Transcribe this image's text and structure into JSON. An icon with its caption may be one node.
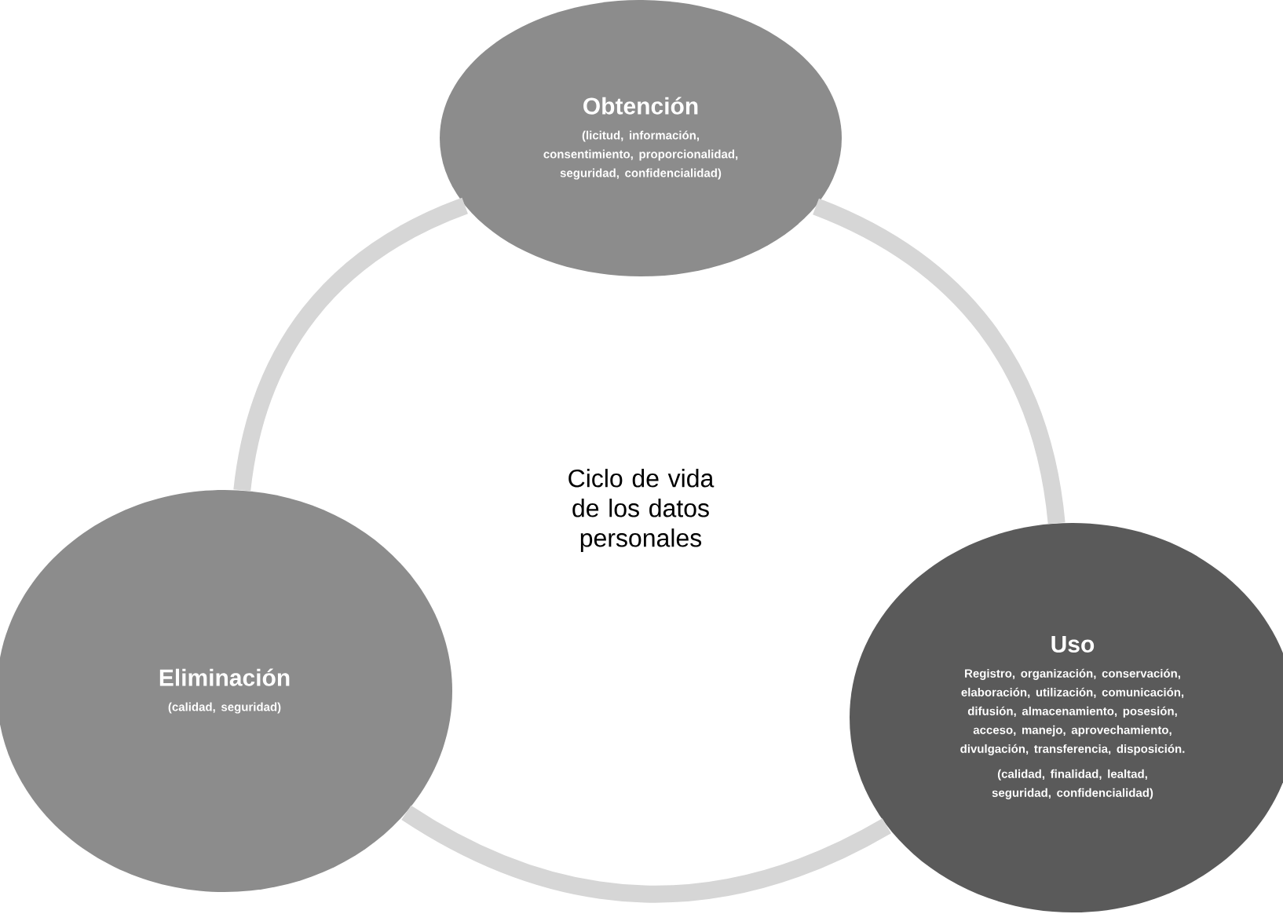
{
  "diagram": {
    "nodes": [
      {
        "text": [
          "Obtención",
          "(licitud, información, consentimiento, proporcionalidad, seguridad, confidencialidad)"
        ]
      },
      {
        "text": [
          "Eliminación",
          "(calidad, seguridad)"
        ]
      },
      {
        "text": [
          "Uso",
          "Registro, organización, conservación, elaboración, utilización, comunicación, difusión, almacenamiento, posesión, acceso, manejo, aprovechamiento, divulgación, transferencia, disposición.",
          "(calidad, finalidad, lealtad, seguridad, confidencialidad)"
        ]
      }
    ],
    "edges": [
      {
        "from": 0,
        "to": 2,
        "arrow": "none"
      },
      {
        "from": 2,
        "to": 1,
        "arrow": "none"
      },
      {
        "from": 1,
        "to": 0,
        "arrow": "none"
      }
    ],
    "labels": [
      "Ciclo de vida de los datos personales"
    ]
  }
}
